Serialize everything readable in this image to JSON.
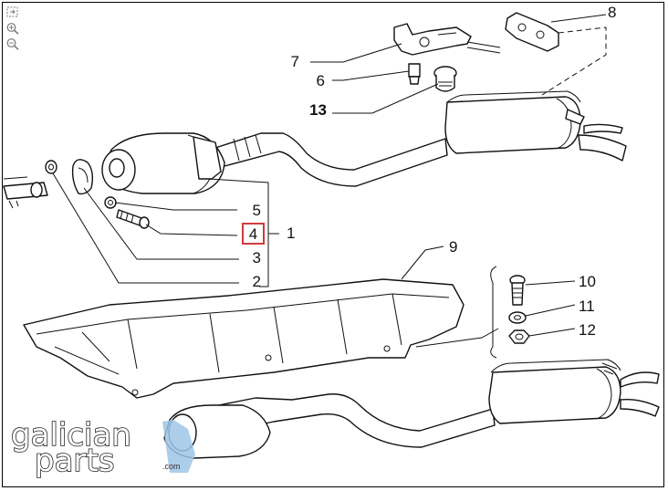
{
  "toolbar": {
    "icons": [
      "fit-window-icon",
      "zoom-in-icon",
      "zoom-out-icon"
    ]
  },
  "callouts": {
    "c1": "1",
    "c2": "2",
    "c3": "3",
    "c4": "4",
    "c5": "5",
    "c6": "6",
    "c7": "7",
    "c8": "8",
    "c9": "9",
    "c10": "10",
    "c11": "11",
    "c12": "12",
    "c13": "13"
  },
  "selected_callout": "4",
  "watermark": {
    "line1": "galician",
    "line2": "parts",
    "suffix": ".com"
  },
  "colors": {
    "highlight": "#d03a3a",
    "watermark_accent": "#9fc6e6"
  }
}
